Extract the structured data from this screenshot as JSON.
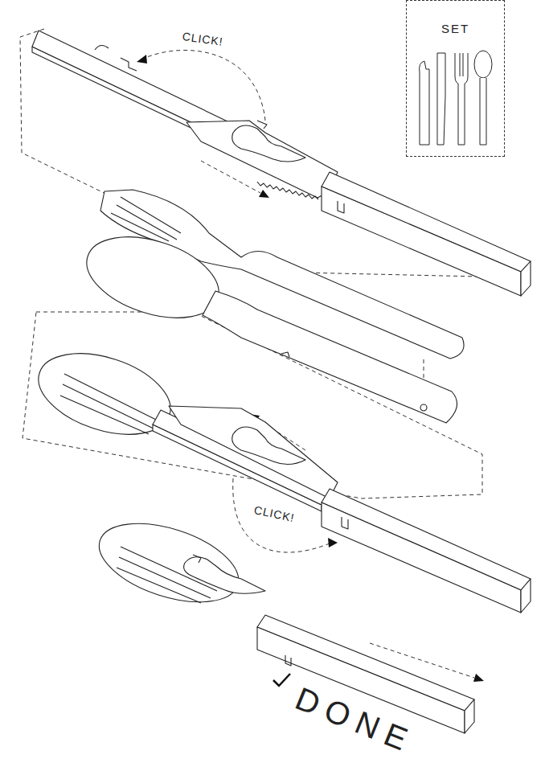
{
  "diagram": {
    "nodes": [
      {
        "text": [
          "SET"
        ]
      }
    ],
    "labels": [
      "CLICK!",
      "CLICK!",
      "DONE"
    ]
  }
}
